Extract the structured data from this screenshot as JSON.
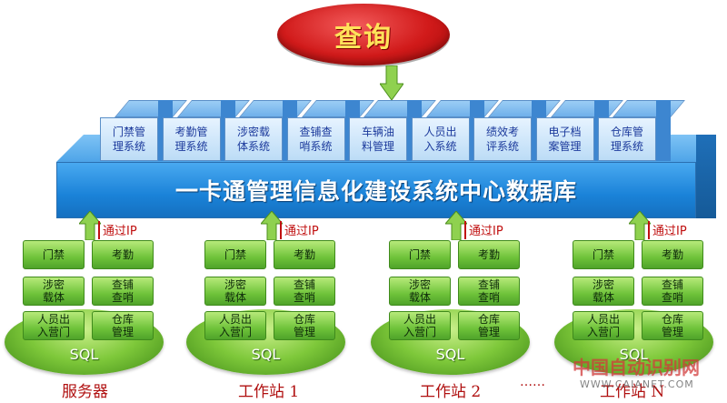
{
  "query_label": "查询",
  "subsystems": [
    "门禁管\n理系统",
    "考勤管\n理系统",
    "涉密载\n体系统",
    "查铺查\n哨系统",
    "车辆油\n料管理",
    "人员出\n入系统",
    "绩效考\n评系统",
    "电子档\n案管理",
    "仓库管\n理系统"
  ],
  "database_title": "一卡通管理信息化建设系统中心数据库",
  "via_ip": "通过IP",
  "node_boxes": [
    "门禁",
    "考勤",
    "涉密\n载体",
    "查铺\n查哨",
    "人员出\n入营门",
    "仓库\n管理"
  ],
  "sql_label": "SQL",
  "nodes": [
    {
      "label": "服务器"
    },
    {
      "label": "工作站 1"
    },
    {
      "label": "工作站 2"
    },
    {
      "label": "工作站 N"
    }
  ],
  "ellipsis": "……",
  "watermark": {
    "main": "中国自动识别网",
    "url": "WWW.CAIANET.COM"
  },
  "colors": {
    "query_red": "#d11a1a",
    "query_text": "#ffe35a",
    "cube_text": "#1c3a9c",
    "db_blue": "#1a82d8",
    "node_green": "#7ec83a",
    "label_red": "#b01010"
  }
}
